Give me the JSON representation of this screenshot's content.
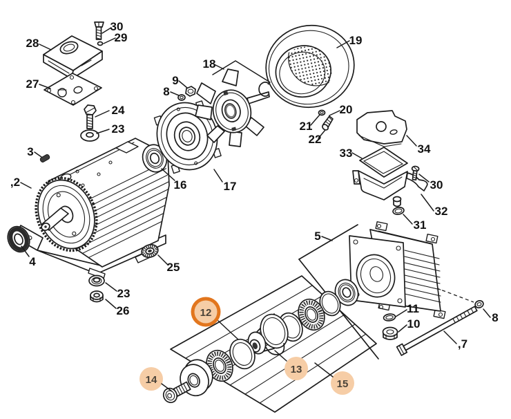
{
  "diagram": {
    "background": "#ffffff",
    "line_color": "#1c1c1c"
  },
  "highlight": {
    "ring_color": "#e2761e",
    "fill_color": "#f6cda6",
    "text_color": "#4a4238"
  },
  "callouts": {
    "n30_top": "30",
    "n29": "29",
    "n28": "28",
    "n27": "27",
    "n24": "24",
    "n23_top": "23",
    "n18": "18",
    "n9": "9",
    "n8_left": "8",
    "n19": "19",
    "n20": "20",
    "n21": "21",
    "n22": "22",
    "n34": "34",
    "n33": "33",
    "n30_right": "30",
    "n32": "32",
    "n31": "31",
    "n3": "3",
    "n2": ",2",
    "n16": "16",
    "n17": "17",
    "n4": "4",
    "n25": "25",
    "n23_bottom": "23",
    "n26": "26",
    "n5": "5",
    "n11": "11",
    "n10": "10",
    "n7": ",7",
    "n8_right": "8",
    "n12": "12",
    "n13": "13",
    "n14": "14",
    "n15": "15"
  }
}
